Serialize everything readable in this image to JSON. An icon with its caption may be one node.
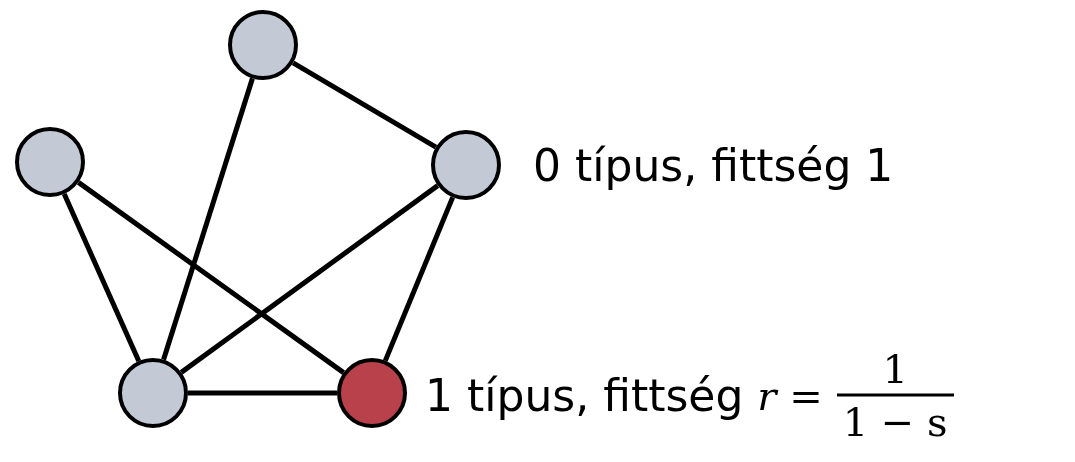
{
  "diagram": {
    "nodes": [
      {
        "text": [],
        "shape": "circle"
      },
      {
        "text": [],
        "shape": "circle"
      },
      {
        "text": [],
        "shape": "circle",
        "beside": [
          "0 típus, fittség 1"
        ]
      },
      {
        "text": [],
        "shape": "circle"
      },
      {
        "text": [],
        "shape": "circle",
        "beside": [
          "1 típus, fittség",
          "r =",
          "1",
          "1 − s"
        ]
      }
    ],
    "edges": [
      {
        "from": 0,
        "to": 2,
        "arrow": "none"
      },
      {
        "from": 0,
        "to": 3,
        "arrow": "none"
      },
      {
        "from": 1,
        "to": 3,
        "arrow": "none"
      },
      {
        "from": 1,
        "to": 4,
        "arrow": "none"
      },
      {
        "from": 2,
        "to": 3,
        "arrow": "none"
      },
      {
        "from": 2,
        "to": 4,
        "arrow": "none"
      },
      {
        "from": 3,
        "to": 4,
        "arrow": "none"
      }
    ]
  }
}
